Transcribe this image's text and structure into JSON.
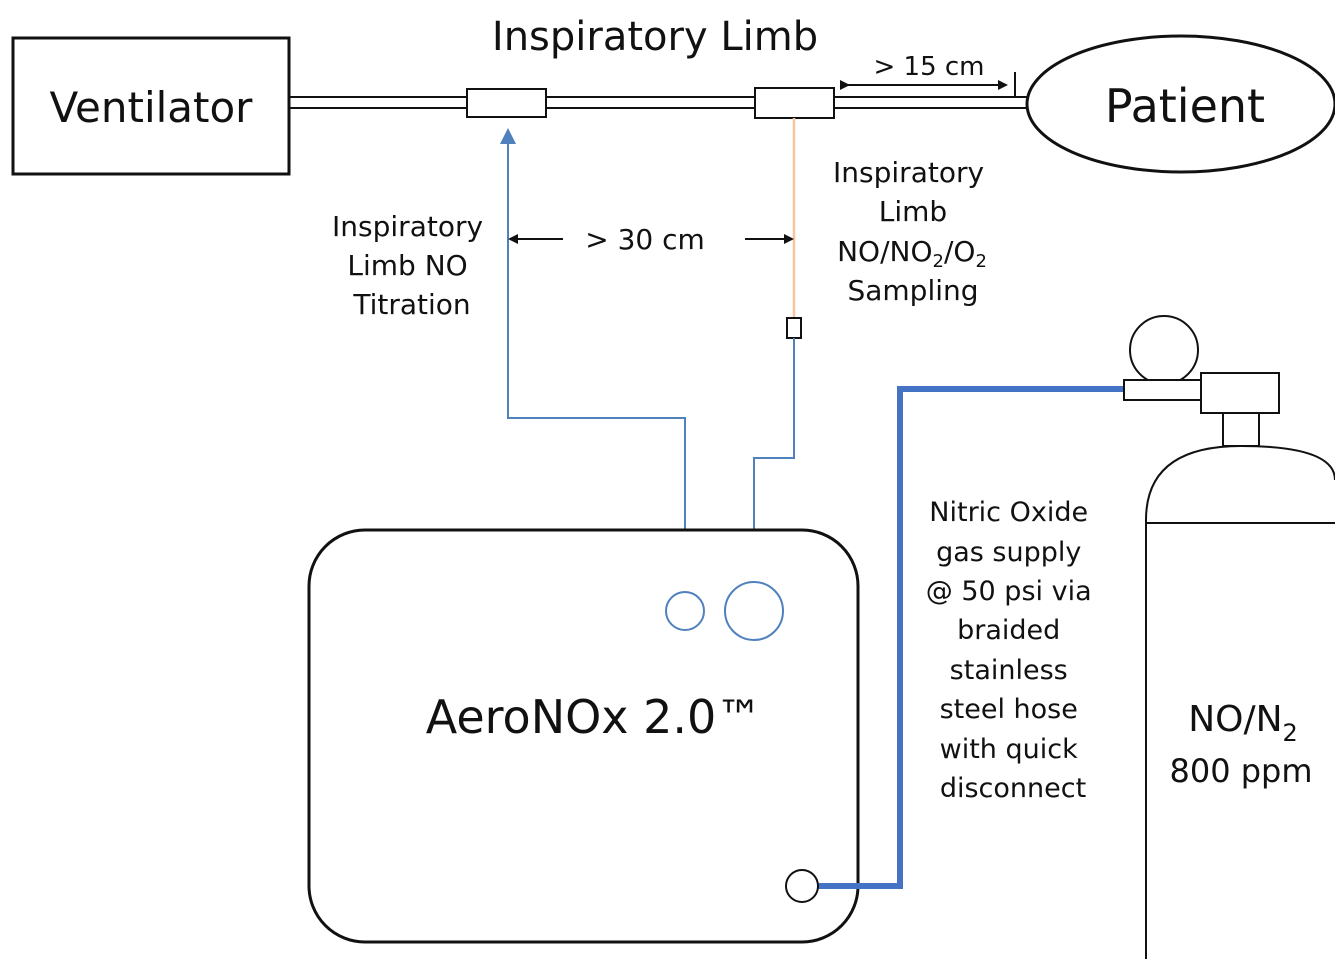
{
  "title": "Inspiratory Limb",
  "nodes": {
    "ventilator": "Ventilator",
    "patient": "Patient",
    "device": "AeroNOx 2.0™",
    "cylinder_line1_base": "NO/N",
    "cylinder_line1_sub": "2",
    "cylinder_line2": "800 ppm"
  },
  "distances": {
    "patient_gap": "> 15 cm",
    "port_gap": "> 30 cm"
  },
  "titration_label": [
    "Inspiratory",
    "Limb NO",
    "Titration"
  ],
  "sampling_label": {
    "line1": "Inspiratory",
    "line2": "Limb",
    "line3_parts": [
      "NO/NO",
      "2",
      "/O",
      "2"
    ],
    "line4": "Sampling"
  },
  "supply_label": [
    "Nitric Oxide",
    "gas supply",
    "@ 50 psi via",
    "braided",
    "stainless",
    "steel hose",
    "with quick",
    "disconnect"
  ],
  "colors": {
    "stroke": "#111111",
    "blue_line": "#4f81bd",
    "supply_hose": "#4472c4",
    "sample_line": "#f7c59f"
  }
}
